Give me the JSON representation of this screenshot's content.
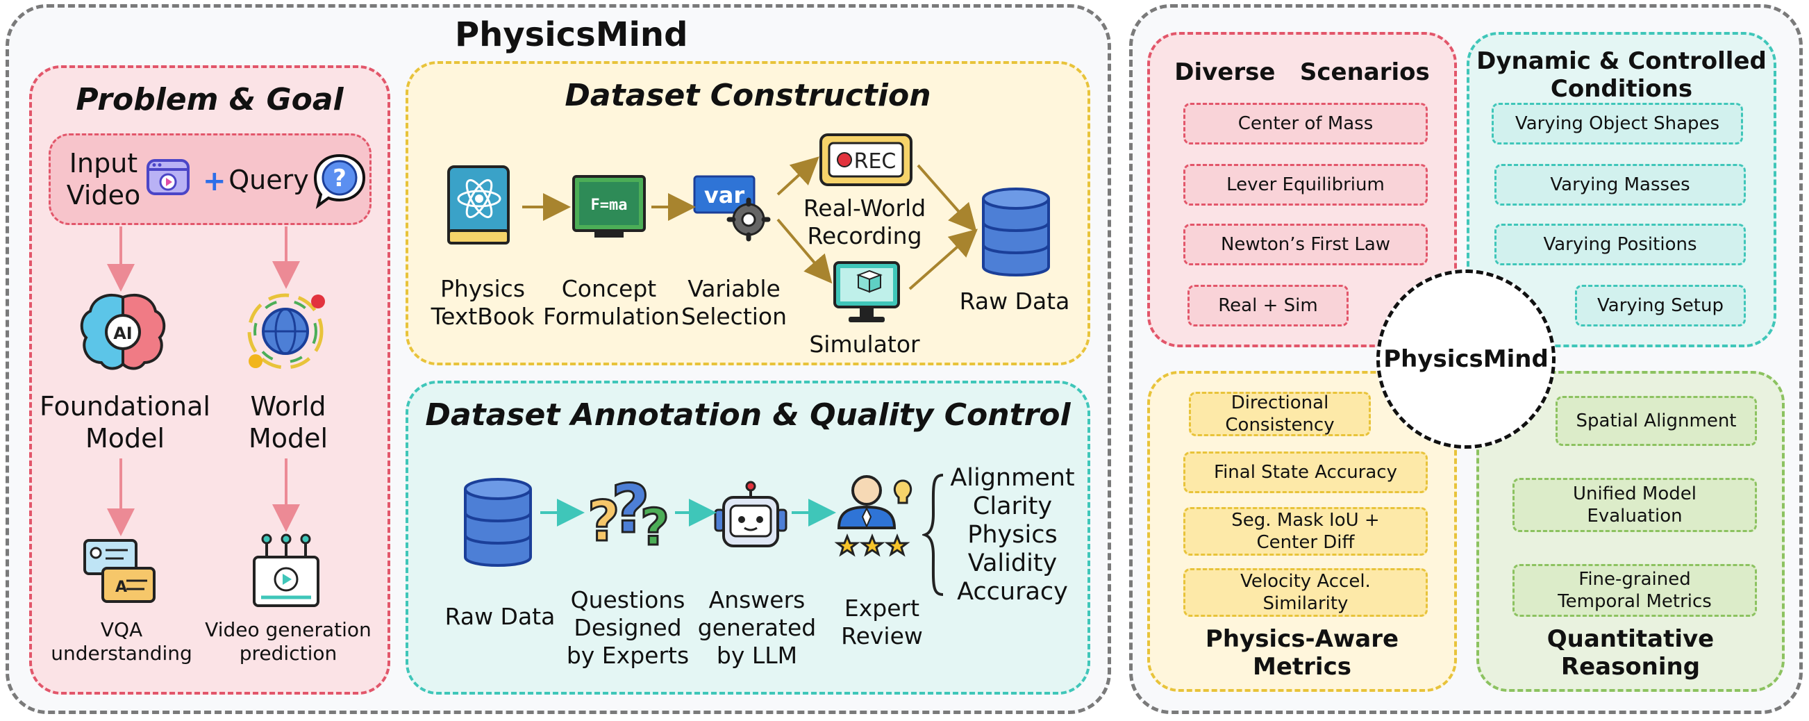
{
  "title": "PhysicsMind",
  "left": {
    "problem_goal": {
      "title": "Problem & Goal",
      "input_video": "Input\nVideo",
      "plus": "+",
      "query": "Query",
      "foundational_model": "Foundational\nModel",
      "world_model": "World\nModel",
      "vqa": "VQA\nunderstanding",
      "video_gen": "Video generation\nprediction"
    },
    "dataset_construction": {
      "title": "Dataset Construction",
      "textbook": "Physics\nTextBook",
      "concept": "Concept\nFormulation",
      "variable": "Variable\nSelection",
      "real_world": "Real-World\nRecording",
      "simulator": "Simulator",
      "raw_data": "Raw Data",
      "rec_label": "REC",
      "formula": "F=ma",
      "var_label": "var"
    },
    "dataset_annotation": {
      "title": "Dataset Annotation & Quality Control",
      "raw_data": "Raw Data",
      "questions": "Questions\nDesigned\nby Experts",
      "answers": "Answers\ngenerated\nby LLM",
      "expert_review": "Expert\nReview",
      "criteria": [
        "Alignment",
        "Clarity",
        "Physics",
        "Validity",
        "Accuracy"
      ]
    }
  },
  "right": {
    "center_label": "PhysicsMind",
    "diverse": {
      "title": "Diverse   Scenarios",
      "items": [
        "Center of Mass",
        "Lever Equilibrium",
        "Newton’s First Law",
        "Real + Sim"
      ]
    },
    "dynamic": {
      "title": "Dynamic & Controlled\nConditions",
      "items": [
        "Varying Object Shapes",
        "Varying Masses",
        "Varying Positions",
        "Varying Setup"
      ]
    },
    "physics_aware": {
      "title": "Physics-Aware\nMetrics",
      "items": [
        "Directional\nConsistency",
        "Final State Accuracy",
        "Seg. Mask IoU +\nCenter Diff",
        "Velocity Accel.\nSimilarity"
      ]
    },
    "quantitative": {
      "title": "Quantitative\nReasoning",
      "items": [
        "Spatial Alignment",
        "Unified Model\nEvaluation",
        "Fine-grained\nTemporal Metrics"
      ]
    }
  },
  "colors": {
    "red": "#e2566a",
    "yellow": "#e8c33a",
    "teal": "#3fc6b9",
    "green": "#8cc260",
    "gray": "#7a7a7a"
  }
}
